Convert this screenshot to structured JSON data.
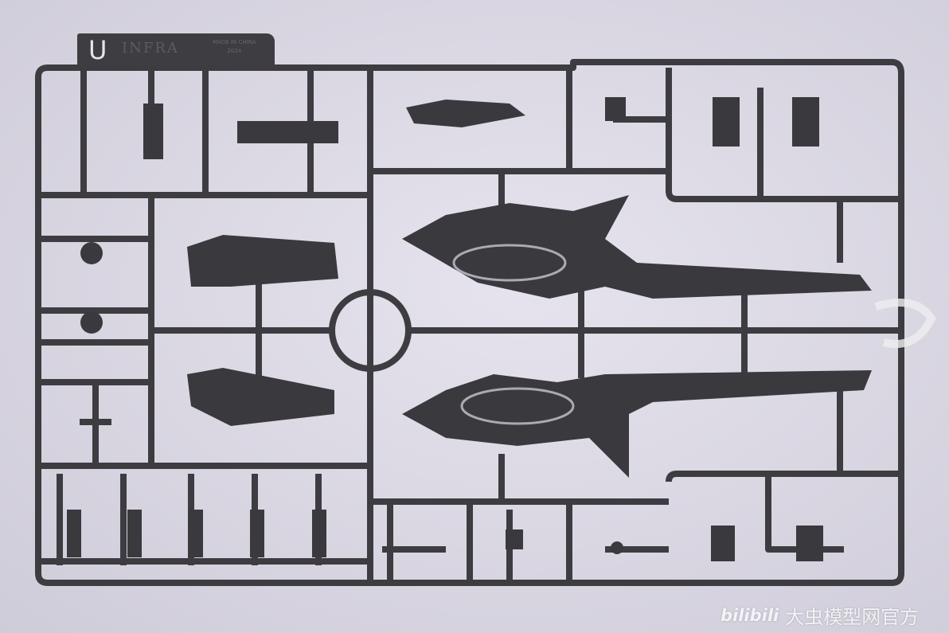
{
  "sprue_tag": {
    "letter": "U",
    "brand": "INFRA",
    "made_in": "MADE IN CHINA",
    "year": "2024"
  },
  "watermark": {
    "logo": "bilibili",
    "text": "大虫模型网官方"
  },
  "colors": {
    "background": "#dcd9e4",
    "plastic": "#3d3c41",
    "tag": "#3e3d42"
  }
}
